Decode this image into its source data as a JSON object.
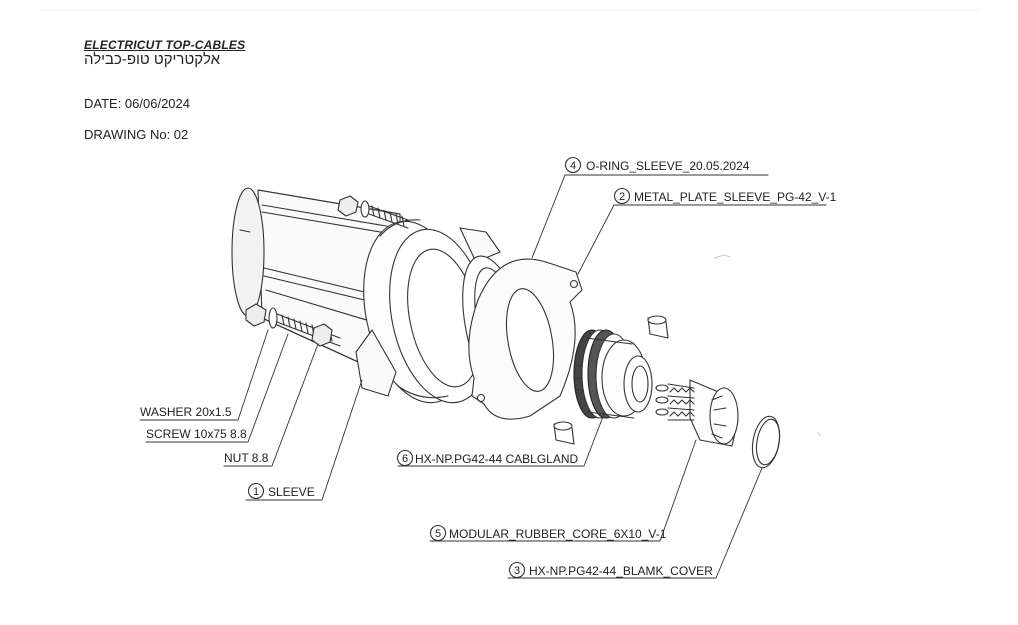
{
  "header": {
    "title_en": "ELECTRICUT TOP-CABLES",
    "title_he": "אלקטריקט טופ-כבילה",
    "date": "DATE: 06/06/2024",
    "drawing_no": "DRAWING No: 02"
  },
  "callouts": [
    {
      "id": "o-ring",
      "number": "4",
      "label": "O-RING_SLEEVE_20.05.2024"
    },
    {
      "id": "metal-plate",
      "number": "2",
      "label": "METAL_PLATE_SLEEVE_PG-42_V-1"
    },
    {
      "id": "washer",
      "number": "",
      "label": "WASHER 20x1.5"
    },
    {
      "id": "screw",
      "number": "",
      "label": "SCREW 10x75  8.8"
    },
    {
      "id": "nut",
      "number": "",
      "label": "NUT  8.8"
    },
    {
      "id": "sleeve",
      "number": "1",
      "label": "SLEEVE"
    },
    {
      "id": "cablegland",
      "number": "6",
      "label": "HX-NP.PG42-44  CABLGLAND"
    },
    {
      "id": "rubber-core",
      "number": "5",
      "label": "MODULAR_RUBBER_CORE_6X10_V-1"
    },
    {
      "id": "blank-cover",
      "number": "3",
      "label": "HX-NP.PG42-44_BLAMK_COVER"
    }
  ]
}
